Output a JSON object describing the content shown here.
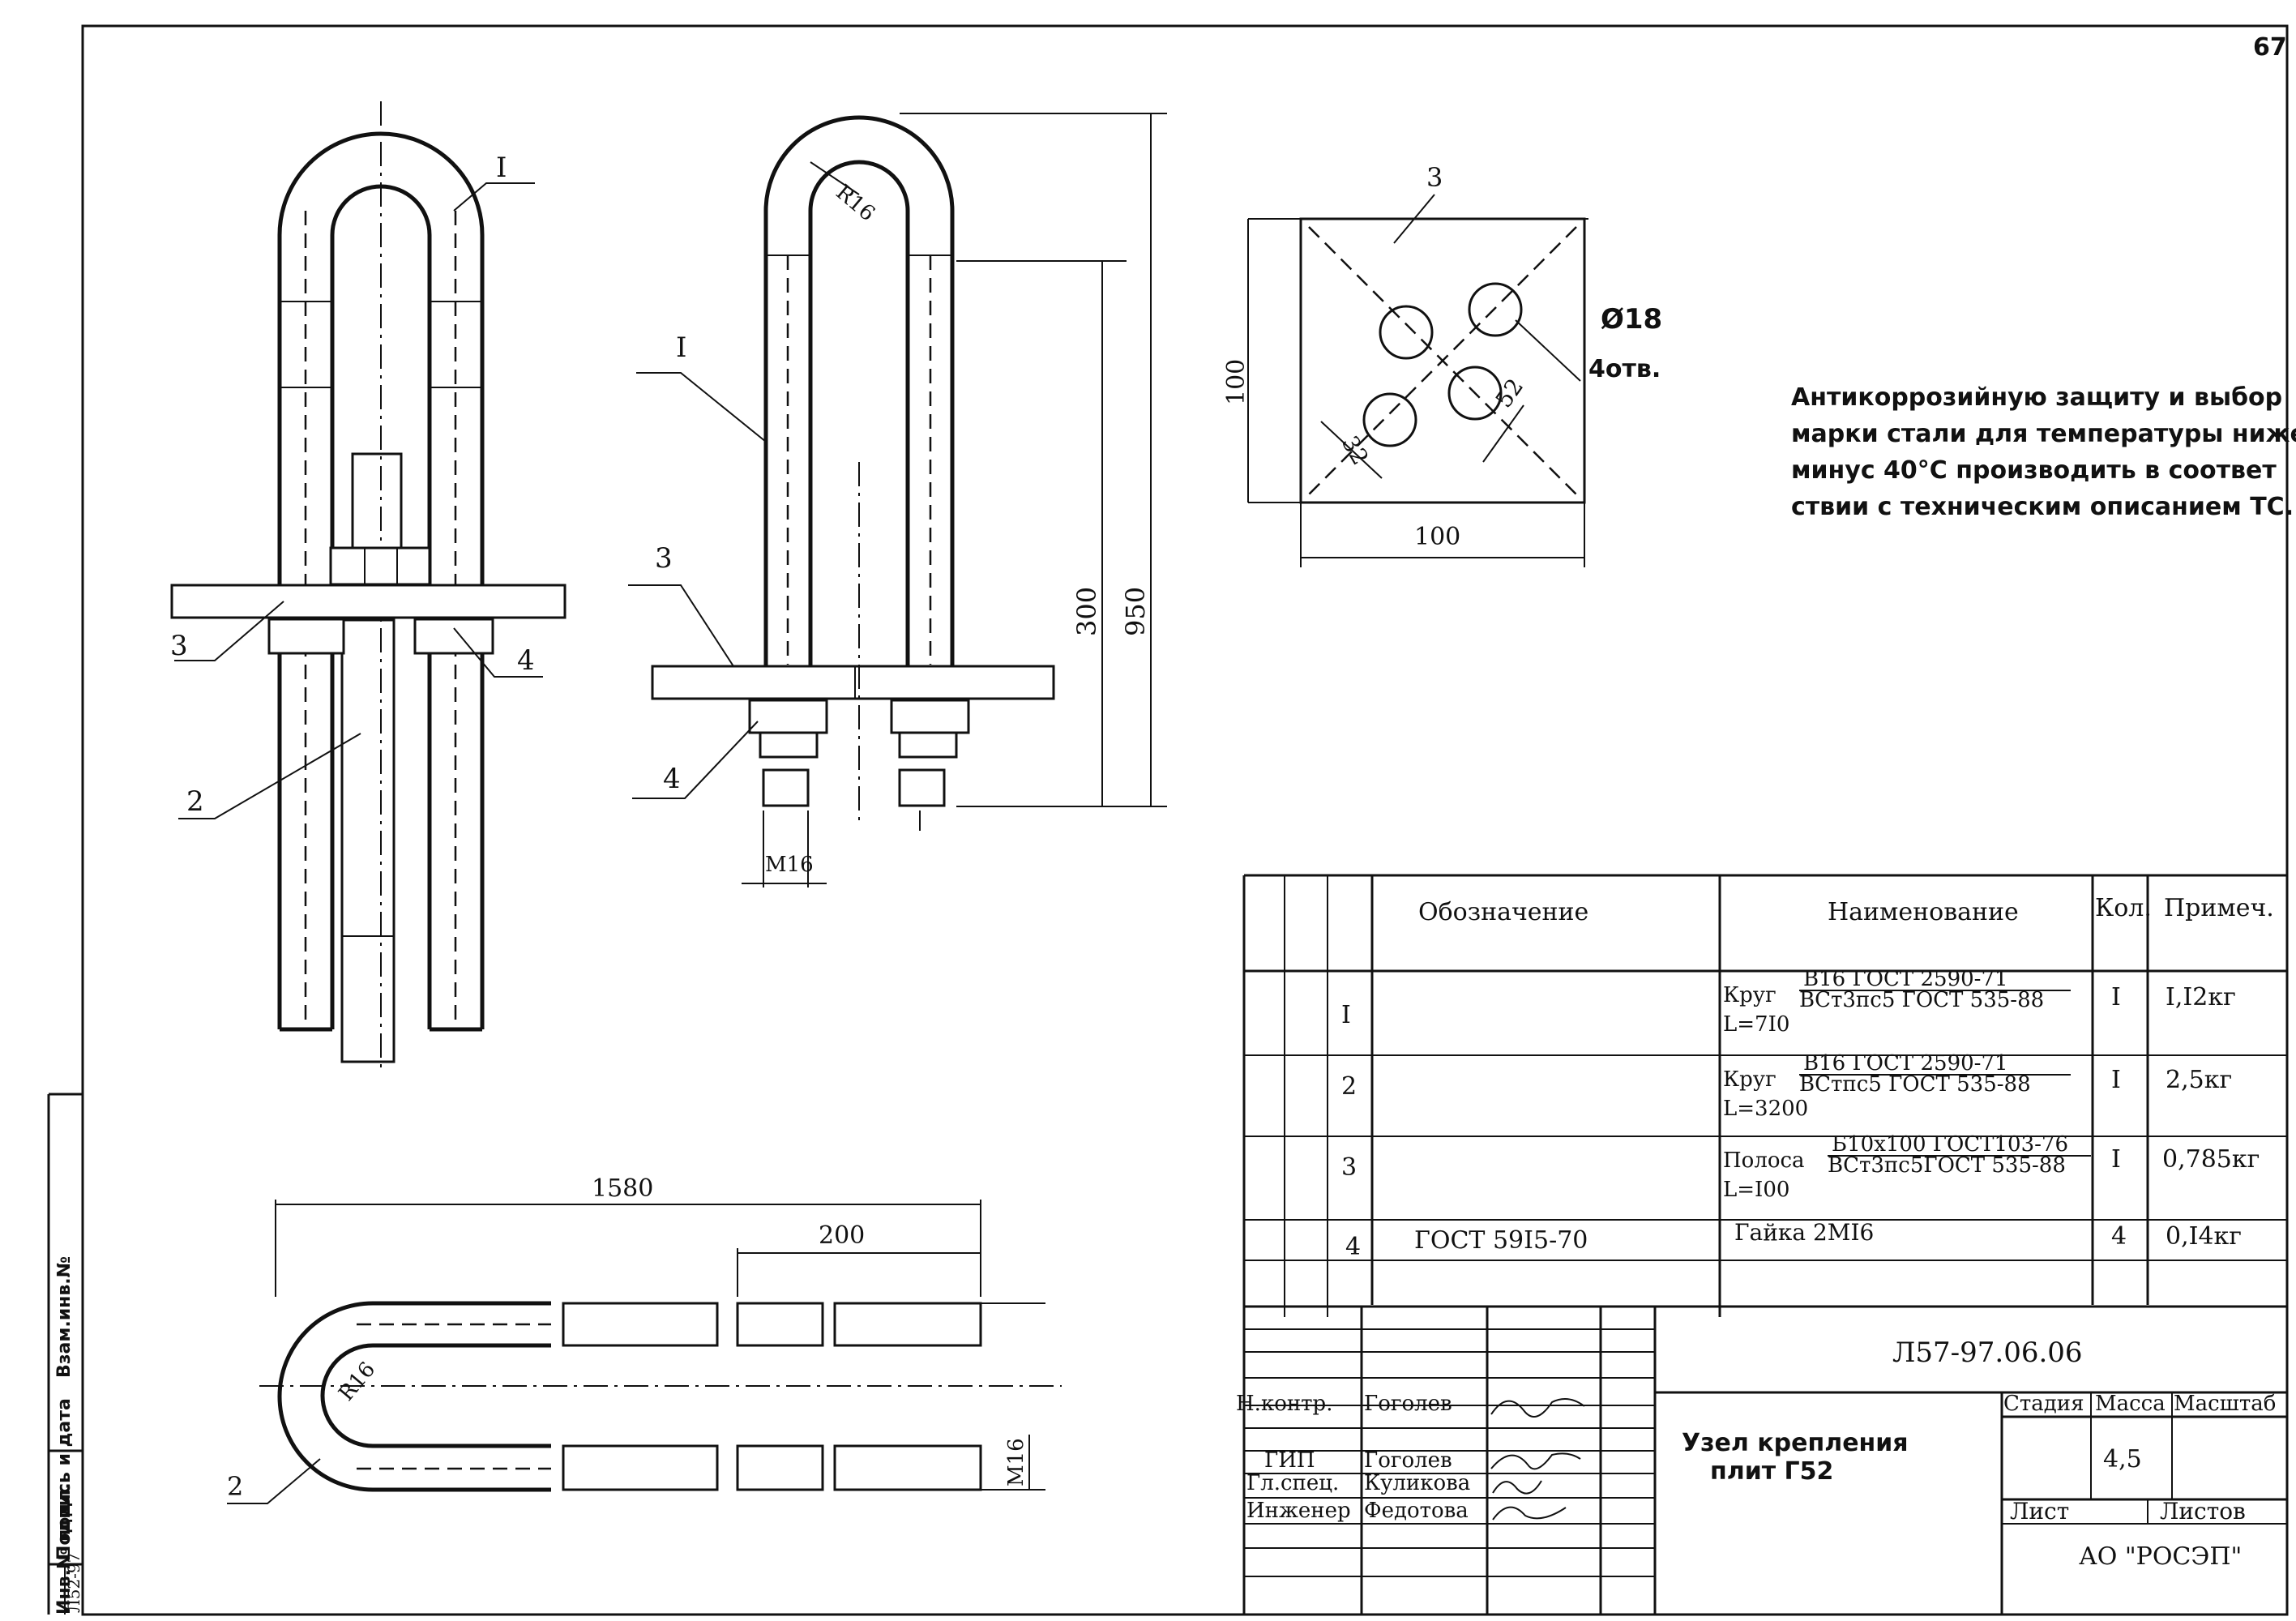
{
  "page_number": "67",
  "note": {
    "lines": [
      "Антикоррозийную защиту и выбор",
      "марки стали для температуры ниже",
      "минус 40°С производить в соответ",
      "ствии с техническим описанием ТС."
    ]
  },
  "drawing": {
    "pos_1_left": "I",
    "pos_2_left": "2",
    "pos_3_left": "3",
    "pos_4_left": "4",
    "pos_1_mid": "I",
    "pos_3_mid": "3",
    "pos_4_mid": "4",
    "radius": "R16",
    "thread": "M16",
    "dim_300": "300",
    "dim_950": "950",
    "plate_pos": "3",
    "plate_dim_w": "100",
    "plate_dim_h": "100",
    "hole_dia": "Ø18",
    "hole_count": "4отв.",
    "hole_dim_a": "32",
    "hole_dim_b": "52",
    "bottom_len": "1580",
    "bottom_len_thread": "200",
    "bottom_radius": "R16",
    "bottom_thread": "M16",
    "bottom_pos": "2"
  },
  "spec": {
    "headers": [
      "Обозначение",
      "Наименование",
      "Кол.",
      "Примеч."
    ],
    "rows": [
      {
        "pos": "I",
        "designation": "",
        "name_prefix": "Круг",
        "name_top": "B16 ГОСТ 2590-71",
        "name_bottom": "ВСт3пс5 ГОСТ 535-88",
        "length": "L=7I0",
        "qty": "I",
        "note": "I,I2кг"
      },
      {
        "pos": "2",
        "designation": "",
        "name_prefix": "Круг",
        "name_top": "B16 ГОСТ 2590-71",
        "name_bottom": "ВСтпс5 ГОСТ 535-88",
        "length": "L=3200",
        "qty": "I",
        "note": "2,5кг"
      },
      {
        "pos": "3",
        "designation": "",
        "name_prefix": "Полоса",
        "name_top": "Б10х100 ГОСТ103-76",
        "name_bottom": "ВСт3пс5ГОСТ 535-88",
        "length": "L=I00",
        "qty": "I",
        "note": "0,785кг"
      },
      {
        "pos": "4",
        "designation": "ГОСТ 59I5-70",
        "name_prefix": "Гайка 2MI6",
        "name_top": "",
        "name_bottom": "",
        "length": "",
        "qty": "4",
        "note": "0,I4кг"
      }
    ]
  },
  "title_block": {
    "code": "Л57-97.06.06",
    "title_line1": "Узел крепления",
    "title_line2": "плит Г52",
    "stage_label": "Стадия",
    "mass_label": "Масса",
    "scale_label": "Масштаб",
    "mass_value": "4,5",
    "sheet_label": "Лист",
    "sheets_label": "Листов",
    "org": "АО \"РОСЭП\"",
    "people": [
      {
        "role": "Н.контр.",
        "name": "Гоголев"
      },
      {
        "role": "ГИП",
        "name": "Гоголев"
      },
      {
        "role": "Гл.спец.",
        "name": "Куликова"
      },
      {
        "role": "Инженер",
        "name": "Федотова"
      }
    ]
  },
  "side_stamp": {
    "col1": "Инв.№ подл.",
    "col2": "Подпись и дата",
    "col3": "Взам.инв.№",
    "code": "Л52-97"
  }
}
